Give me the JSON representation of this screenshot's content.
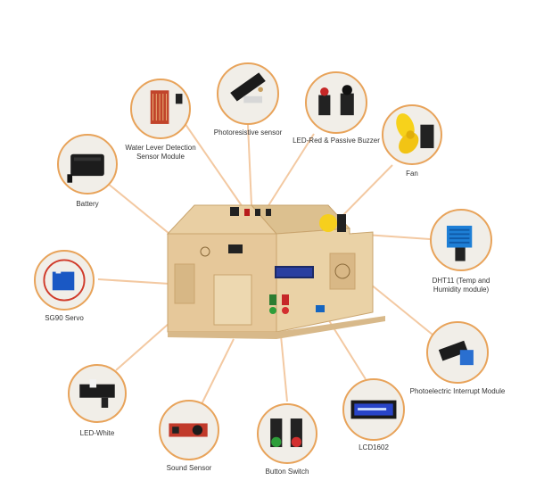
{
  "colors": {
    "connector": "#f3c9a2",
    "ring": "#e8a35a",
    "wood": "#e6c89a",
    "wood_dark": "#c9a46e"
  },
  "components": [
    {
      "id": "water-level",
      "name": "Water Lever Detection\nSensor Module",
      "icon": "water-level-sensor-icon"
    },
    {
      "id": "photoresistive",
      "name": "Photoresistive sensor",
      "icon": "photoresistor-icon"
    },
    {
      "id": "led-buzzer",
      "name": "LED-Red & Passive Buzzer",
      "icon": "led-buzzer-icon"
    },
    {
      "id": "fan",
      "name": "Fan",
      "icon": "fan-icon"
    },
    {
      "id": "battery",
      "name": "Battery",
      "icon": "battery-icon"
    },
    {
      "id": "dht11",
      "name": "DHT11 (Temp and\nHumidity module)",
      "icon": "dht11-sensor-icon"
    },
    {
      "id": "servo",
      "name": "SG90 Servo",
      "icon": "servo-icon"
    },
    {
      "id": "photo-interrupt",
      "name": "Photoelectric Interrupt Module",
      "icon": "photo-interrupter-icon"
    },
    {
      "id": "led-white",
      "name": "LED-White",
      "icon": "white-led-icon"
    },
    {
      "id": "sound",
      "name": "Sound Sensor",
      "icon": "sound-sensor-icon"
    },
    {
      "id": "button",
      "name": "Button Switch",
      "icon": "button-switch-icon"
    },
    {
      "id": "lcd",
      "name": "LCD1602",
      "icon": "lcd-icon"
    }
  ],
  "house": {
    "icon": "wooden-house-kit-icon"
  }
}
